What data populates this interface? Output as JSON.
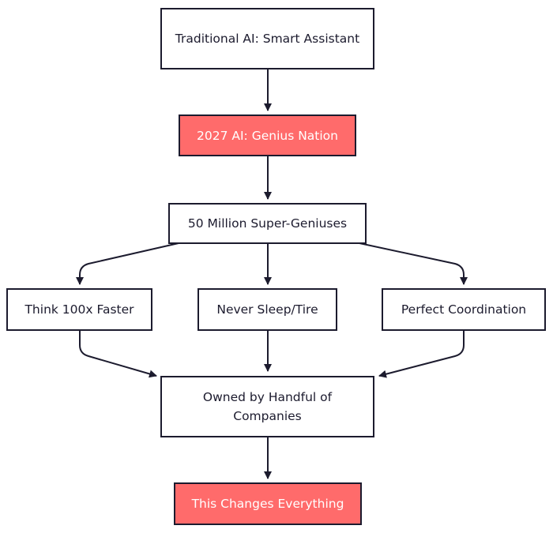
{
  "colors": {
    "node_fill": "#ffffff",
    "highlight_fill": "#ff6b6b",
    "stroke": "#1c1b2e",
    "highlight_text": "#ffffff"
  },
  "nodes": {
    "traditional_ai": "Traditional AI: Smart Assistant",
    "genius_nation": "2027 AI: Genius Nation",
    "super_geniuses": "50 Million Super-Geniuses",
    "think_faster": "Think 100x Faster",
    "never_sleep": "Never Sleep/Tire",
    "perfect_coordination": "Perfect Coordination",
    "owned_by_handful": "Owned by Handful of Companies",
    "changes_everything": "This Changes Everything"
  },
  "edges": [
    {
      "from": "traditional_ai",
      "to": "genius_nation"
    },
    {
      "from": "genius_nation",
      "to": "super_geniuses"
    },
    {
      "from": "super_geniuses",
      "to": "think_faster"
    },
    {
      "from": "super_geniuses",
      "to": "never_sleep"
    },
    {
      "from": "super_geniuses",
      "to": "perfect_coordination"
    },
    {
      "from": "think_faster",
      "to": "owned_by_handful"
    },
    {
      "from": "never_sleep",
      "to": "owned_by_handful"
    },
    {
      "from": "perfect_coordination",
      "to": "owned_by_handful"
    },
    {
      "from": "owned_by_handful",
      "to": "changes_everything"
    }
  ]
}
